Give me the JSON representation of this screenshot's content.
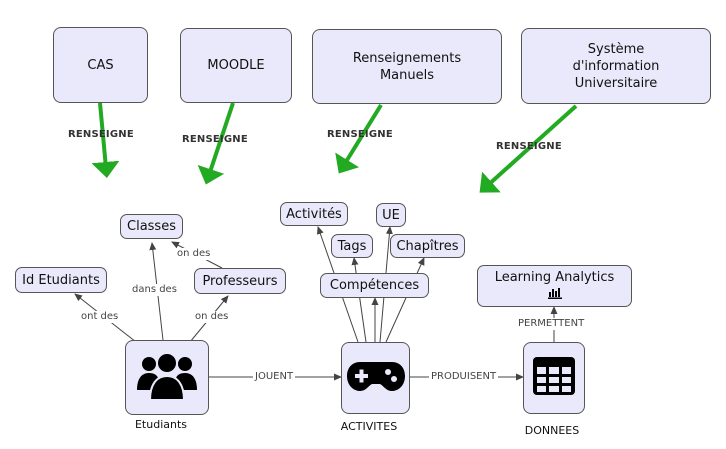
{
  "sources": {
    "cas": "CAS",
    "moodle": "MOODLE",
    "manuels": "Renseignements\nManuels",
    "siu": "Système\nd'information\nUniversitaire"
  },
  "renseigne_label": "RENSEIGNE",
  "nodes": {
    "classes": "Classes",
    "id_etudiants": "Id Etudiants",
    "professeurs": "Professeurs",
    "activites_small": "Activités",
    "ue": "UE",
    "tags": "Tags",
    "chapitres": "Chapîtres",
    "competences": "Compétences",
    "learning_analytics": "Learning Analytics"
  },
  "main_nodes": {
    "etudiants": "Etudiants",
    "activites": "ACTIVITES",
    "donnees": "DONNEES"
  },
  "edge_labels": {
    "on_des_top": "on des",
    "dans_des": "dans des",
    "ont_des": "ont des",
    "on_des_bottom": "on des",
    "jouent": "JOUENT",
    "produisent": "PRODUISENT",
    "permettent": "PERMETTENT"
  },
  "icons": {
    "etudiants": "users-group-icon",
    "activites": "gamepad-icon",
    "donnees": "table-grid-icon",
    "learning_analytics": "bar-chart-icon"
  },
  "colors": {
    "node_fill": "#e9e9fb",
    "green_arrow": "#22aa22"
  }
}
